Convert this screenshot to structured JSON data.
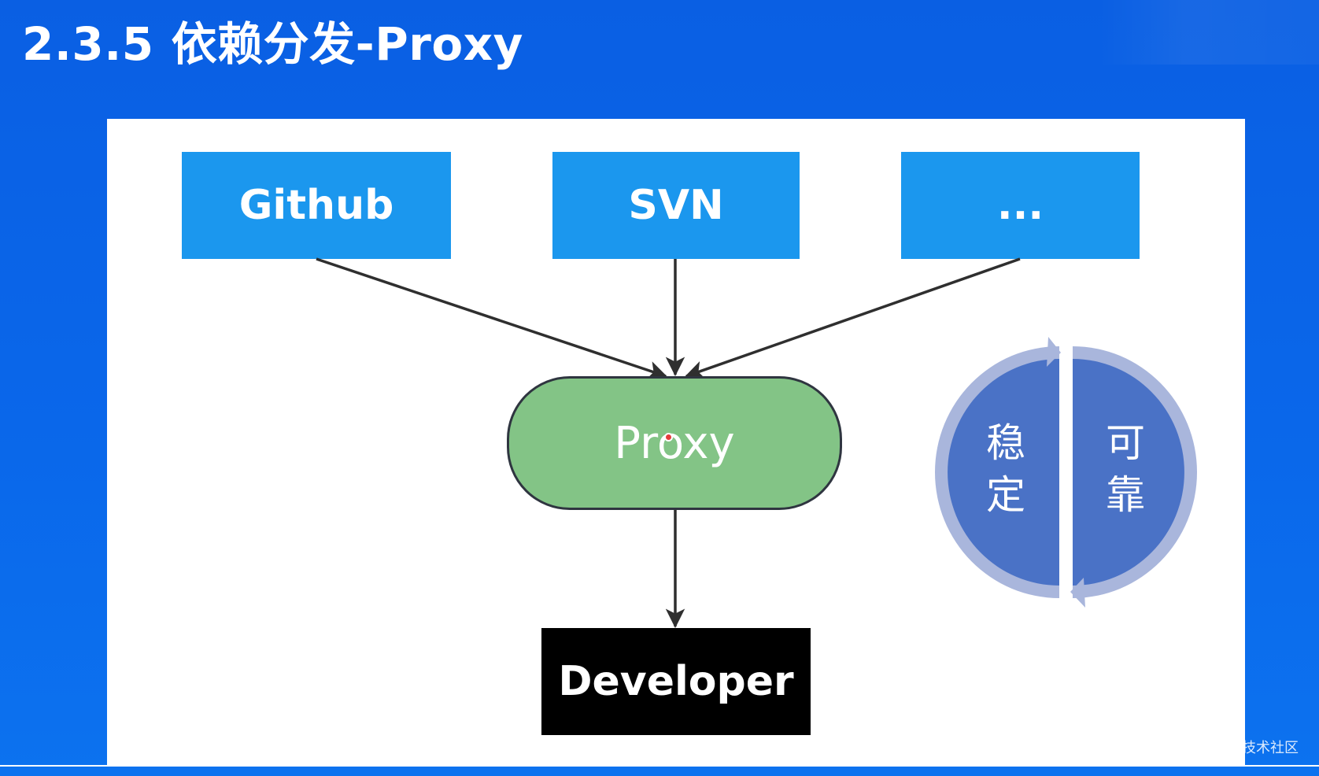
{
  "slide": {
    "title_number": "2.3.5",
    "title_text": "依赖分发-Proxy"
  },
  "diagram": {
    "sources": [
      "Github",
      "SVN",
      "..."
    ],
    "proxy_label": "Proxy",
    "consumer_label": "Developer"
  },
  "cycle": {
    "left_label": "稳\n定",
    "right_label": "可\n靠"
  },
  "watermark": "@稀土掘金技术社区",
  "colors": {
    "background": "#0a67ea",
    "source_box": "#1b97ee",
    "proxy_fill": "#83c486",
    "developer_box": "#000000",
    "cycle_fill": "#4a72c6",
    "cycle_ring": "#a9b6dc",
    "arrow": "#2f2f2f"
  }
}
